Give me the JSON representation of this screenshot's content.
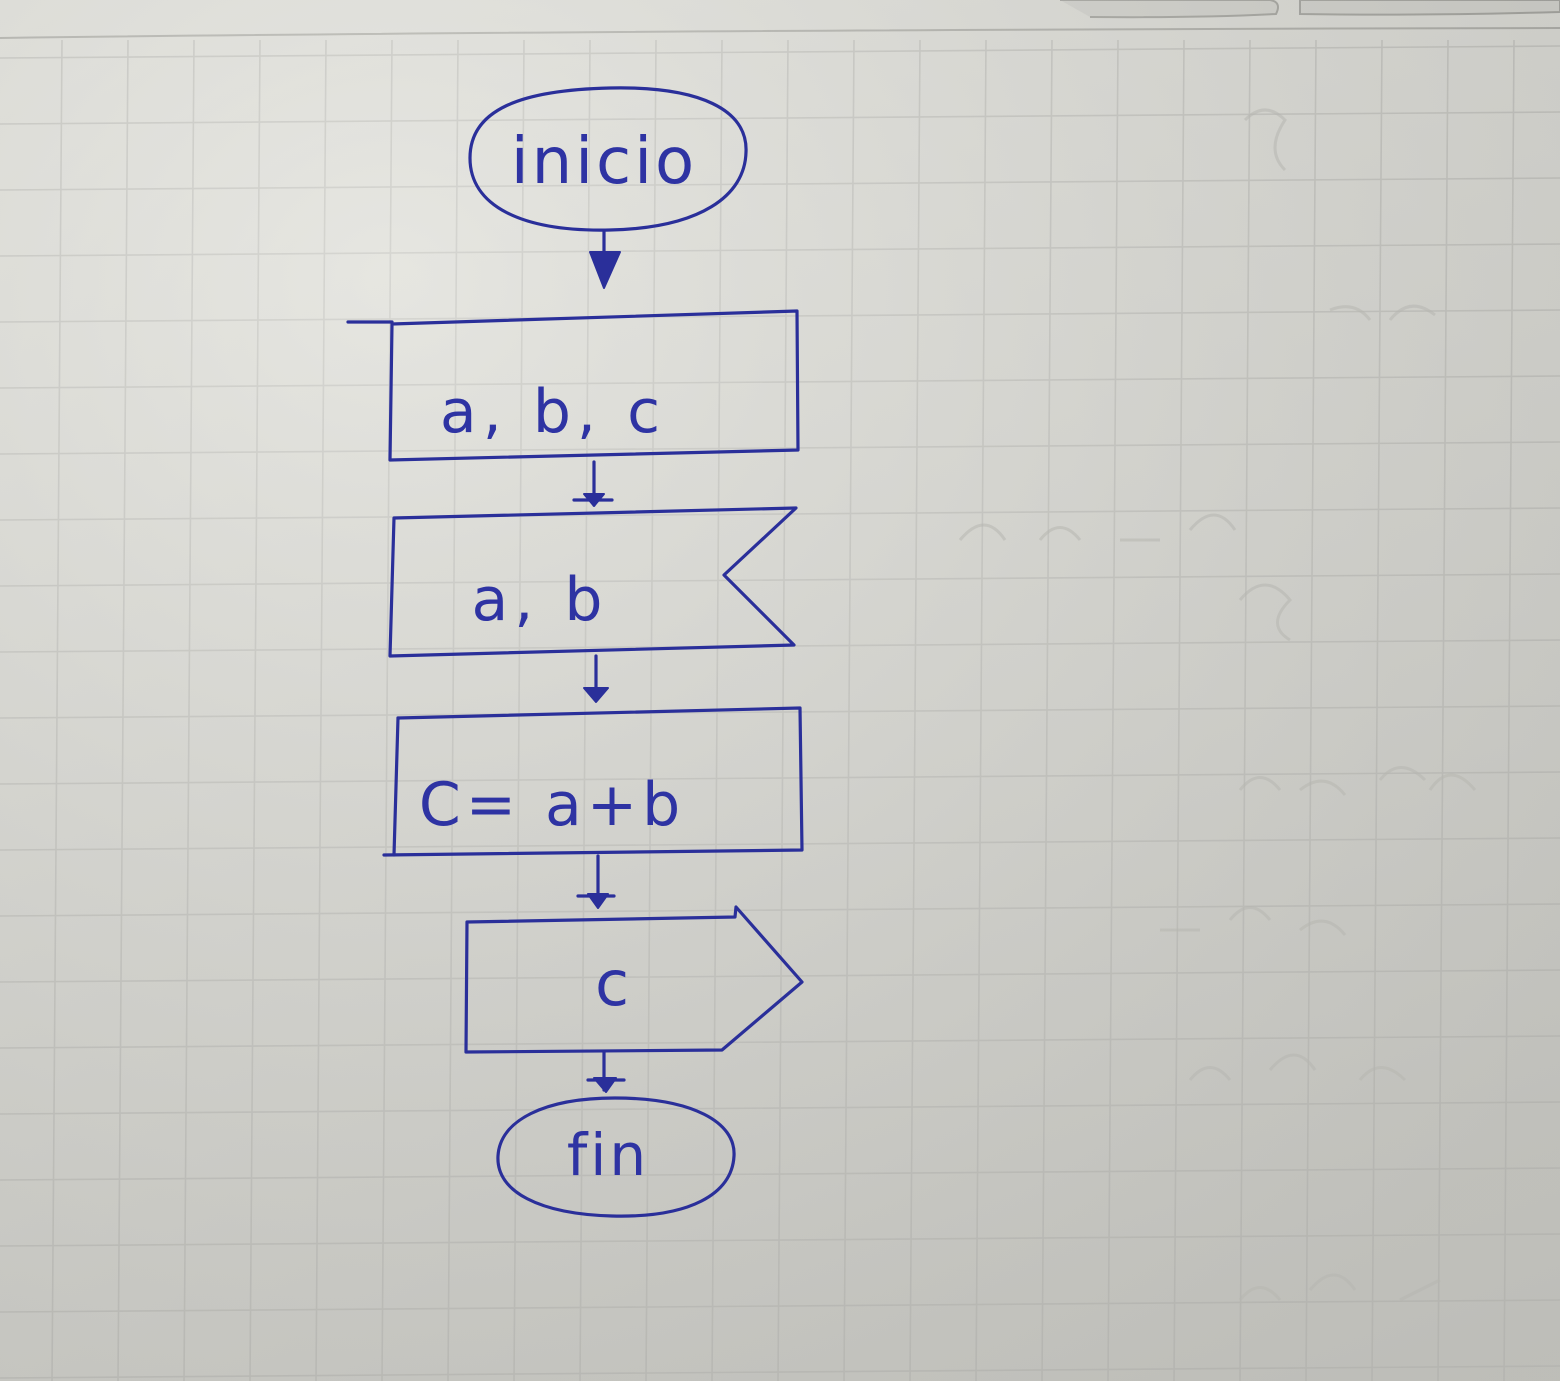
{
  "flowchart": {
    "start": {
      "label": "inicio",
      "shape": "terminal"
    },
    "declare": {
      "label": "a, b, c",
      "shape": "process"
    },
    "input": {
      "label": "a, b",
      "shape": "manual-input"
    },
    "process": {
      "label": "C= a+b",
      "shape": "process"
    },
    "output": {
      "label": "c",
      "shape": "display-output"
    },
    "end": {
      "label": "fin",
      "shape": "terminal"
    }
  },
  "colors": {
    "ink": "#2a2f9a",
    "paper": "#dcdcd7",
    "grid": "#bcbcb8"
  }
}
